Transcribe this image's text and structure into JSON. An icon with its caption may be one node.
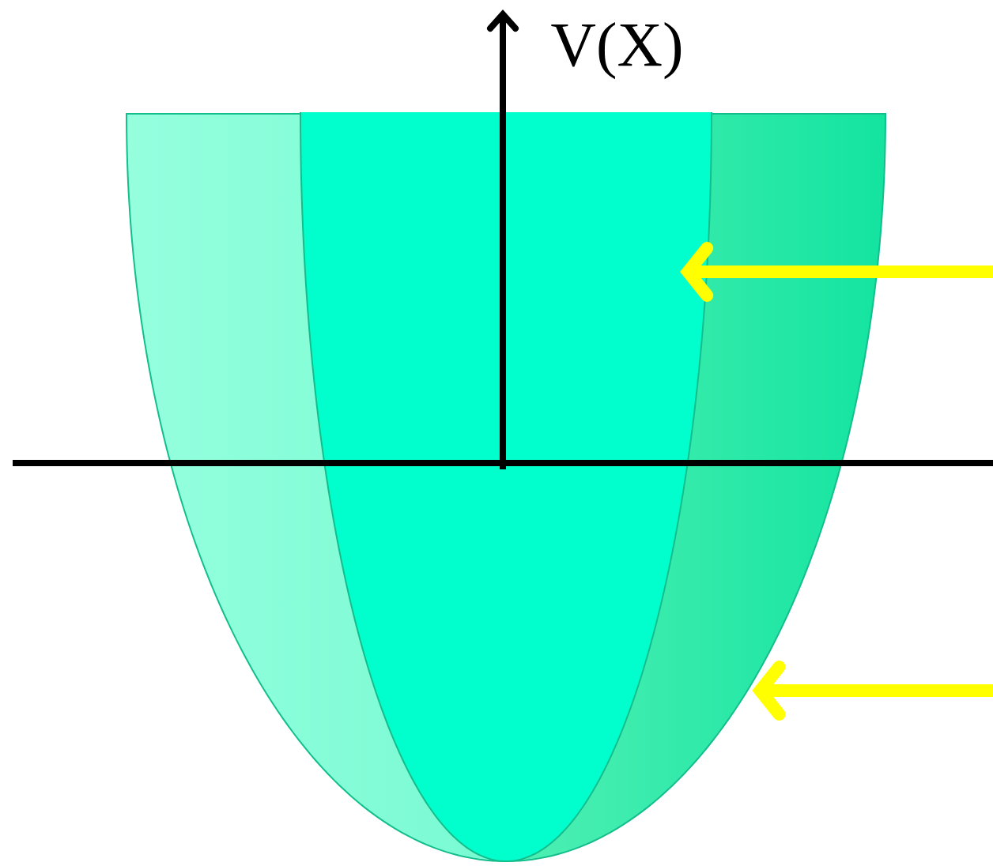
{
  "diagram": {
    "nodes": [
      {
        "text": [],
        "shape": "bowl"
      },
      {
        "text": [],
        "shape": "band",
        "in": 0
      }
    ],
    "edges": [
      {
        "from": null,
        "to": 1,
        "arrow": "to"
      },
      {
        "from": null,
        "to": 0,
        "arrow": "to"
      }
    ],
    "labels": [
      "V(X)"
    ]
  }
}
